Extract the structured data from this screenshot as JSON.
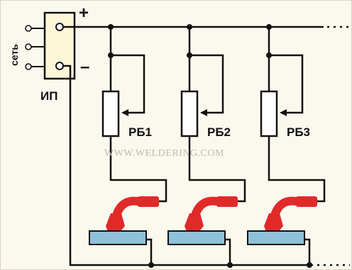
{
  "labels": {
    "network": "сеть",
    "power_supply": "ИП",
    "plus": "+",
    "minus": "–"
  },
  "ballasts": [
    {
      "label": "РБ1"
    },
    {
      "label": "РБ2"
    },
    {
      "label": "РБ3"
    }
  ],
  "watermark": "WWW.WELDERING.COM",
  "colors": {
    "wire": "#111111",
    "supply_box": "#fdf6d8",
    "torch": "#e02a2a",
    "workpiece": "#8fc1da"
  }
}
